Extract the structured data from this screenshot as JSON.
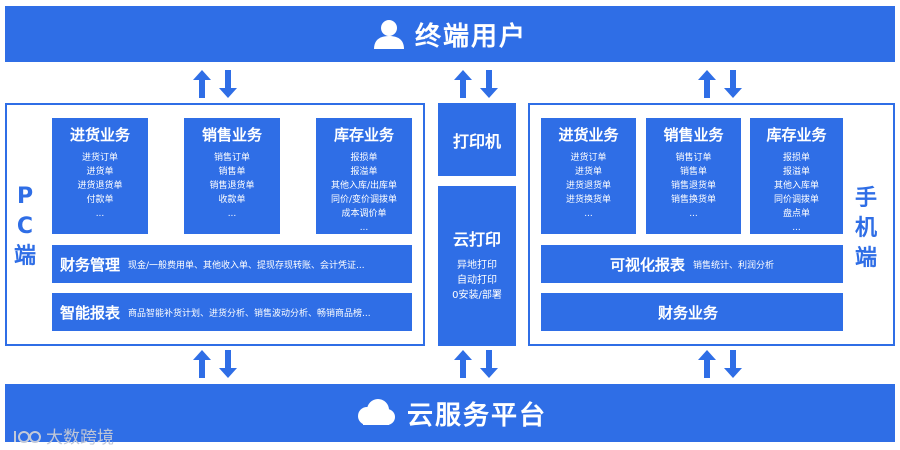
{
  "top_bar": {
    "title": "终端用户",
    "icon": "user-icon"
  },
  "bottom_bar": {
    "title": "云服务平台",
    "icon": "cloud-icon"
  },
  "pc": {
    "label": [
      "P",
      "C",
      "端"
    ],
    "cards": [
      {
        "title": "进货业务",
        "items": [
          "进货订单",
          "进货单",
          "进货退货单",
          "付款单",
          "..."
        ]
      },
      {
        "title": "销售业务",
        "items": [
          "销售订单",
          "销售单",
          "销售退货单",
          "收款单",
          "..."
        ]
      },
      {
        "title": "库存业务",
        "items": [
          "报损单",
          "报溢单",
          "其他入库/出库单",
          "同价/变价调拨单",
          "成本调价单",
          "..."
        ]
      }
    ],
    "rows": [
      {
        "title": "财务管理",
        "desc": "现金/一般费用单、其他收入单、提现存现转账、会计凭证..."
      },
      {
        "title": "智能报表",
        "desc": "商品智能补货计划、进货分析、销售波动分析、畅销商品榜..."
      }
    ]
  },
  "center": {
    "printer": "打印机",
    "cloud_print": {
      "title": "云打印",
      "items": [
        "异地打印",
        "自动打印",
        "0安装/部署"
      ]
    }
  },
  "mobile": {
    "label": [
      "手",
      "机",
      "端"
    ],
    "cards": [
      {
        "title": "进货业务",
        "items": [
          "进货订单",
          "进货单",
          "进货退货单",
          "进货换货单",
          "..."
        ]
      },
      {
        "title": "销售业务",
        "items": [
          "销售订单",
          "销售单",
          "销售退货单",
          "销售换货单",
          "..."
        ]
      },
      {
        "title": "库存业务",
        "items": [
          "报损单",
          "报溢单",
          "其他入库单",
          "同价调拨单",
          "盘点单",
          "..."
        ]
      }
    ],
    "rows": [
      {
        "title": "可视化报表",
        "desc": "销售统计、利润分析"
      },
      {
        "title": "财务业务",
        "desc": ""
      }
    ]
  },
  "watermark": {
    "text": "大数跨境",
    "logo": "100-logo-icon"
  },
  "colors": {
    "primary": "#2f6ee6",
    "background": "#ffffff"
  }
}
